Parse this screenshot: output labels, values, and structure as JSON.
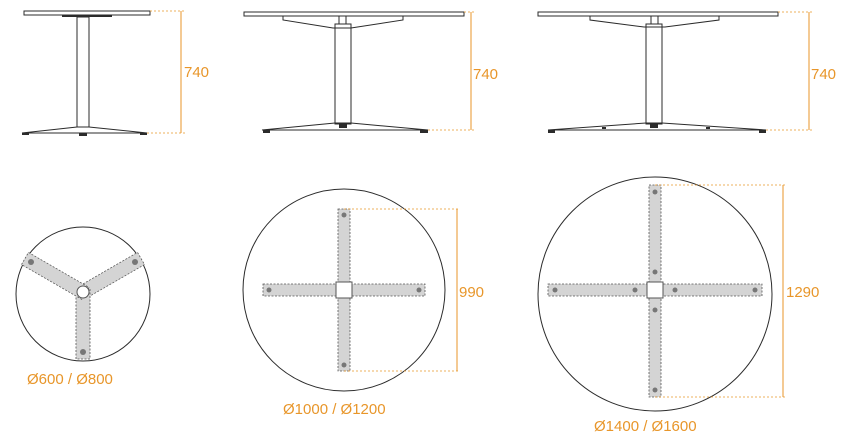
{
  "elevations": [
    {
      "height_label": "740"
    },
    {
      "height_label": "740"
    },
    {
      "height_label": "740"
    }
  ],
  "plans": [
    {
      "diameter_label": "Ø600 / Ø800",
      "leg_count": 3
    },
    {
      "diameter_label": "Ø1000 / Ø1200",
      "span_label": "990",
      "leg_count": 4
    },
    {
      "diameter_label": "Ø1400 / Ø1600",
      "span_label": "1290",
      "leg_count": 4
    }
  ],
  "colors": {
    "dimension": "#e8962a",
    "outline": "#2b2b2b",
    "leg_fill": "#d4d4d4"
  }
}
